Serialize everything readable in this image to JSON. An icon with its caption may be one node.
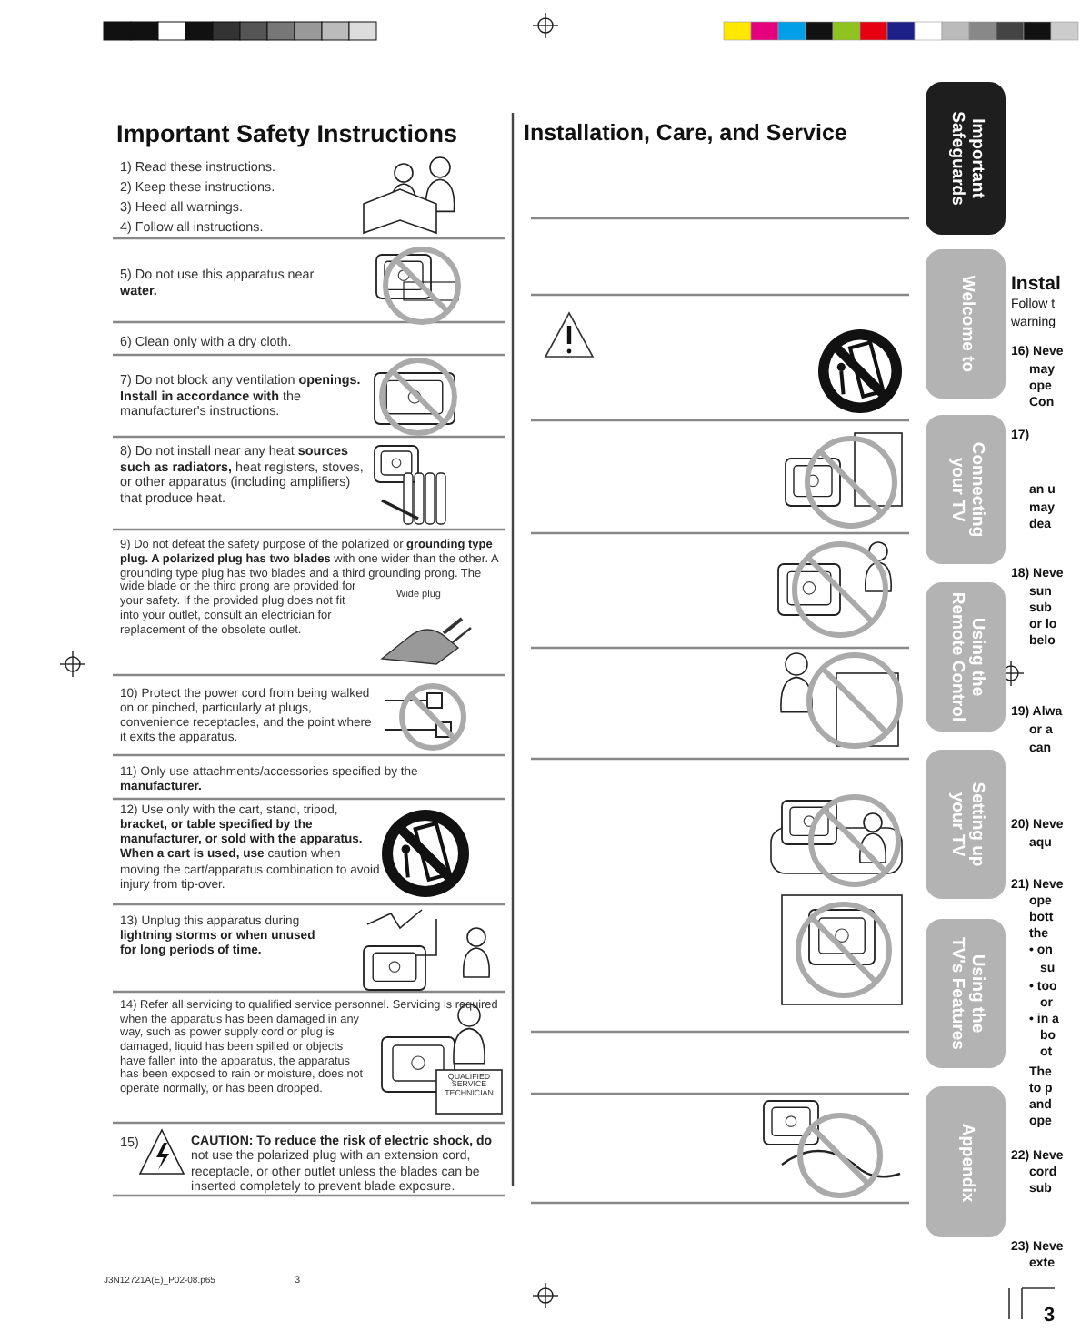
{
  "diagram": {
    "title": "Important Safety Instructions",
    "nodes": [
      {
        "text": [
          "Important Safeguards"
        ]
      },
      {
        "text": [
          "Welcome to"
        ]
      },
      {
        "text": [
          "Connecting your TV"
        ]
      },
      {
        "text": [
          "Using the Remote Control"
        ]
      },
      {
        "text": [
          "Setting up your TV"
        ]
      },
      {
        "text": [
          "Using the TV's Features"
        ]
      },
      {
        "text": [
          "Appendix"
        ]
      }
    ],
    "labels": [
      "1) Read these instructions.",
      "2) Keep these instructions.",
      "3) Heed all warnings.",
      "4) Follow all instructions.",
      "5) Do not use this apparatus near **water.**",
      "6) Clean only with a dry cloth.",
      "7) Do not block any ventilation **openings. Install in accordance with** the manufacturer's instructions.",
      "8) Do not install near any heat **sources such as radiators,** heat registers, stoves, or other apparatus (including amplifiers) that produce heat.",
      "9) Do not defeat the safety purpose of the polarized or **grounding type plug. A polarized plug has two blades** with one wider than the other. A grounding type plug has two blades and a third grounding prong. The wide blade or the third prong are provided for your safety. If the provided plug does not fit into your outlet, consult an electrician for replacement of the obsolete outlet.",
      "10) Protect the power cord from being walked on or pinched, particularly at plugs, convenience receptacles, and the point where it exits the apparatus.",
      "11) Only use attachments/accessories specified by the **manufacturer.**",
      "12) Use only with the cart, stand, tripod, **bracket, or table specified by the manufacturer, or sold with the apparatus. When a cart is used, use** caution when moving the cart/apparatus combination to avoid injury from tip-over.",
      "13) Unplug this apparatus during **lightning storms or when unused for long periods of time.**",
      "14) Refer all servicing to qualified service personnel. Servicing is required when the apparatus has been damaged in any way, such as power supply cord or plug is damaged, liquid has been spilled or objects have fallen into the apparatus, the apparatus has been exposed to rain or moisture, does not operate normally, or has been dropped.",
      "Wide plug",
      "QUALIFIED SERVICE TECHNICIAN",
      "15)",
      "**CAUTION: To reduce the risk of electric shock, do** not use the polarized plug with an extension cord, receptacle, or other outlet unless the blades can be inserted completely to prevent blade exposure.",
      "Installation, Care, and Service",
      "Instal",
      "Follow t",
      "warning",
      "16) Neve",
      "may",
      "ope",
      "Con",
      "17)",
      "an u",
      "may",
      "dea",
      "18) Neve",
      "sun",
      "sub",
      "or lo",
      "belo",
      "19) Alwa",
      "or a",
      "can",
      "20) Neve",
      "aqu",
      "21) Neve",
      "ope",
      "bott",
      "the",
      "• on",
      "su",
      "• too",
      "or",
      "• in a",
      "bo",
      "ot",
      "The",
      "to p",
      "and",
      "ope",
      "22) Neve",
      "cord",
      "sub",
      "23) Neve",
      "exte",
      "J3N12721A(E)_P02-08.p65",
      "3",
      "3"
    ]
  }
}
